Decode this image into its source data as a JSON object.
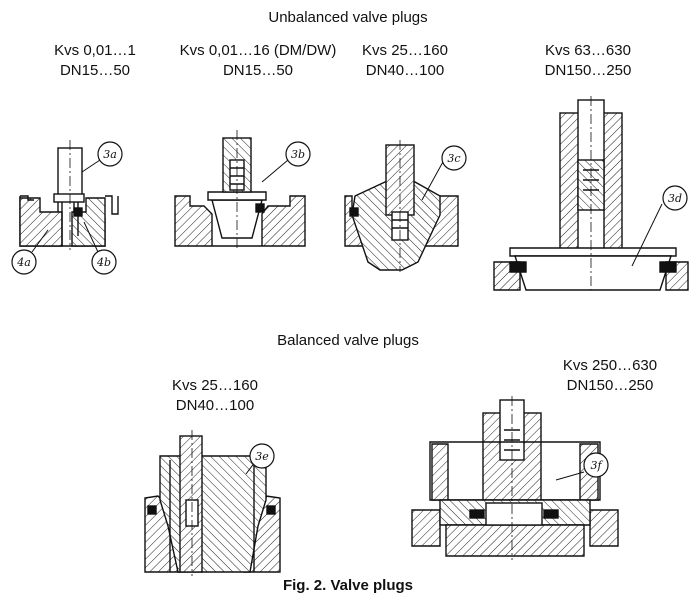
{
  "sections": {
    "unbalanced_title": "Unbalanced valve plugs",
    "balanced_title": "Balanced valve plugs"
  },
  "groups": [
    {
      "kvs": "Kvs 0,01…1",
      "dn": "DN15…50"
    },
    {
      "kvs": "Kvs 0,01…16 (DM/DW)",
      "dn": "DN15…50"
    },
    {
      "kvs": "Kvs 25…160",
      "dn": "DN40…100"
    },
    {
      "kvs": "Kvs 63…630",
      "dn": "DN150…250"
    },
    {
      "kvs": "Kvs 25…160",
      "dn": "DN40…100"
    },
    {
      "kvs": "Kvs 250…630",
      "dn": "DN150…250"
    }
  ],
  "callouts": {
    "c3a": "3a",
    "c3b": "3b",
    "c3c": "3c",
    "c3d": "3d",
    "c3e": "3e",
    "c3f": "3f",
    "c4a": "4a",
    "c4b": "4b"
  },
  "caption": "Fig. 2. Valve plugs"
}
